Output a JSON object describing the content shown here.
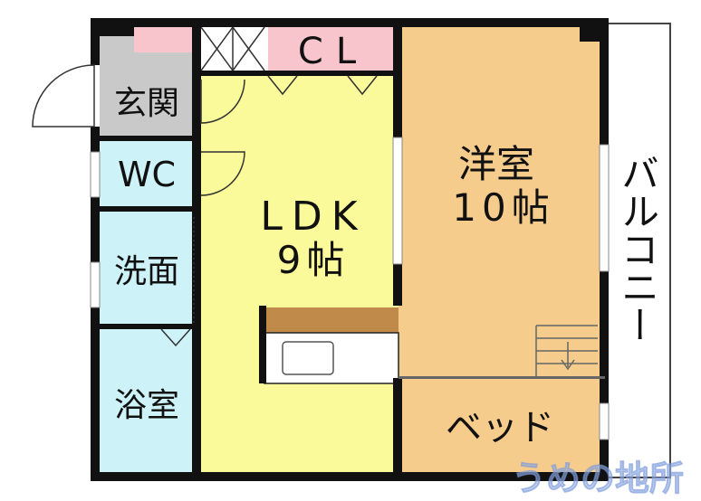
{
  "rooms": {
    "genkan": "玄関",
    "wc": "WC",
    "senmen": "洗面",
    "yokushitsu": "浴室",
    "ldk_name": "LDK",
    "ldk_size": "9帖",
    "youshitsu_name": "洋室",
    "youshitsu_size": "10帖",
    "closet": "CL",
    "bed": "ベッド",
    "balcony": "バルコニー"
  },
  "watermark": "うめの地所",
  "colors": {
    "ldk": "#fafa9a",
    "youshitsu": "#f5cc8c",
    "wet_area": "#cdf2f7",
    "genkan": "#c9c9c9",
    "closet": "#f8c5cc",
    "counter": "#c08a4a",
    "wall": "#111111"
  }
}
